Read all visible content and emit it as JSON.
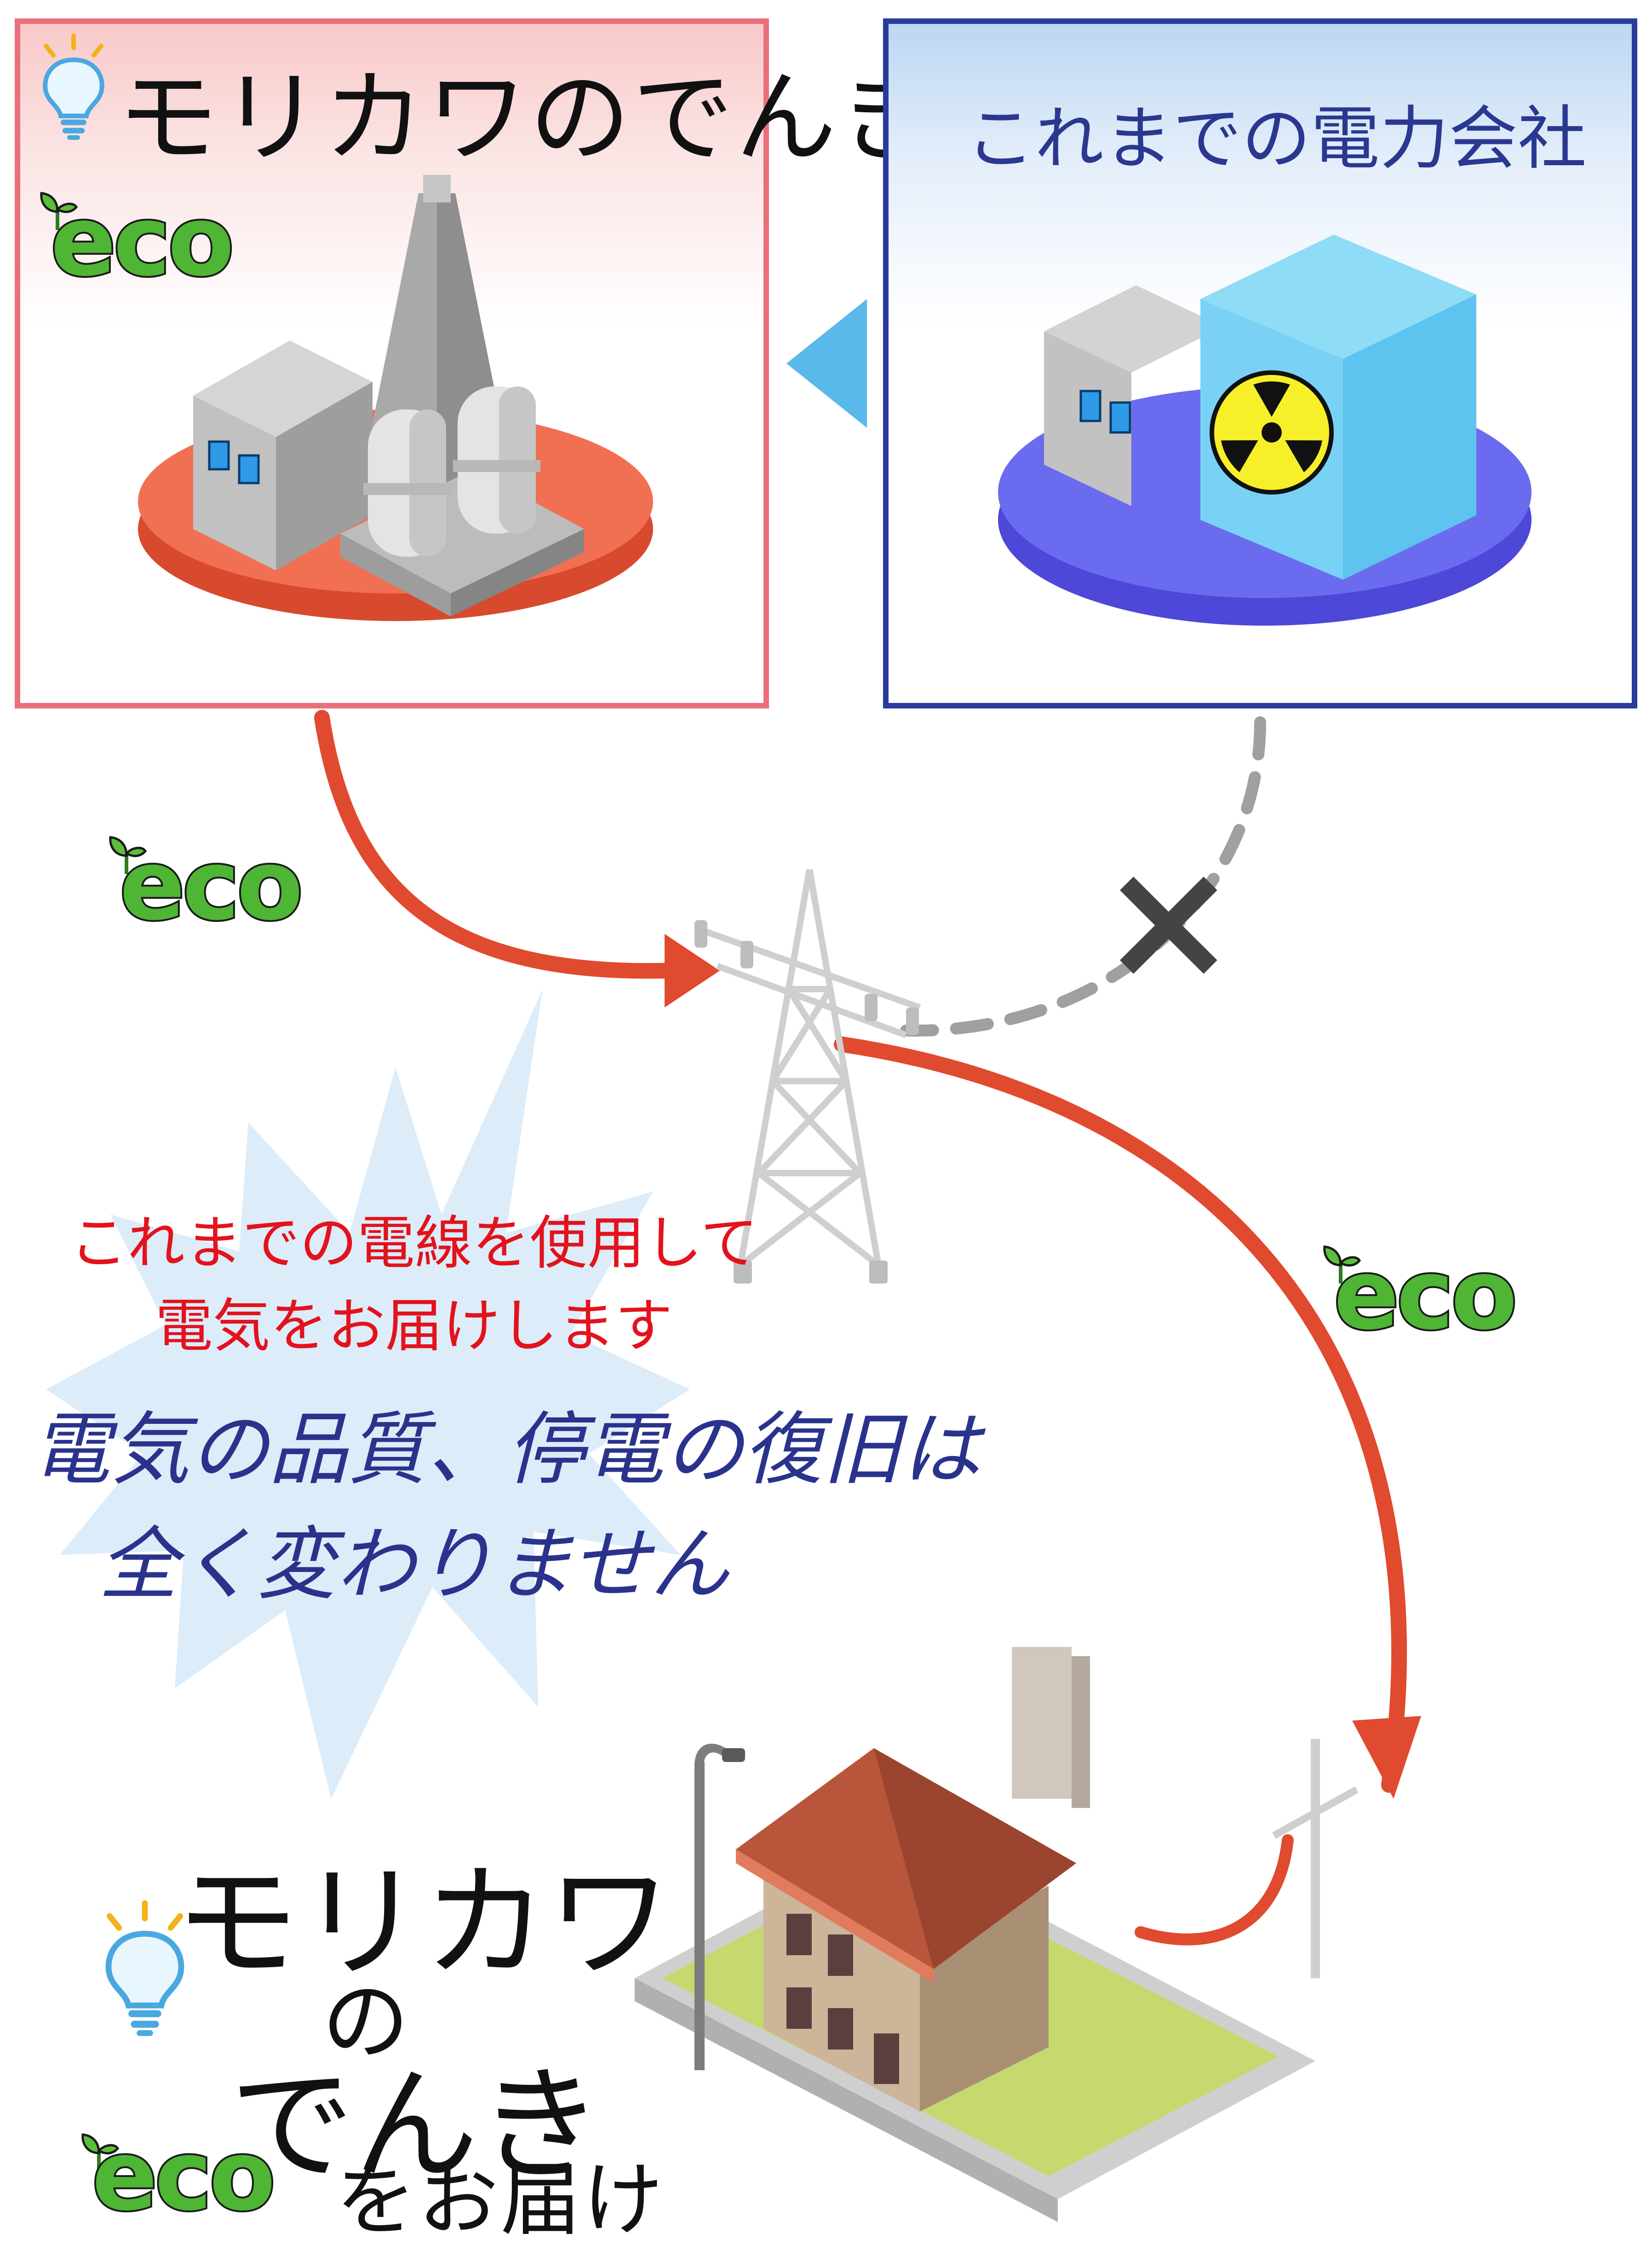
{
  "top_left": {
    "brand": "モリカワのでんき",
    "eco": "eco"
  },
  "top_right": {
    "title": "これまでの電力会社"
  },
  "flow": {
    "eco_label_1": "eco",
    "eco_label_2": "eco",
    "cross_mark": "×"
  },
  "callout": {
    "line1": "これまでの電線を使用して",
    "line2": "電気をお届けします",
    "line3": "電気の品質、停電の復旧は",
    "line4": "全く変わりません"
  },
  "bottom_brand": {
    "line1": "モリカワ",
    "line2": "の",
    "line3": "でんき",
    "eco": "eco",
    "suffix": "をお届け"
  },
  "colors": {
    "moka_border": "#e9707a",
    "old_border": "#2a3b9c",
    "flow_red": "#e04a2e",
    "flow_gray": "#9a9a9a",
    "arrow_blue": "#5ab9ea",
    "callout_fill": "#dcecf9",
    "eco_green": "#4fb534"
  }
}
